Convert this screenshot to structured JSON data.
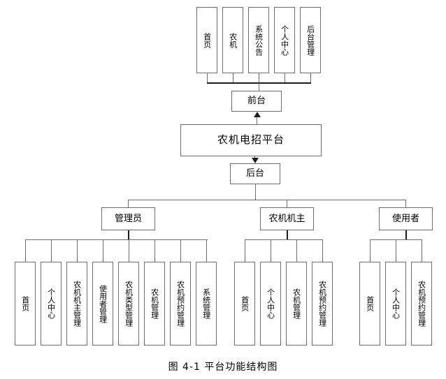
{
  "figure": {
    "caption": "图 4-1 平台功能结构图",
    "root": "农机电招平台",
    "frontend": "前台",
    "backend": "后台"
  },
  "colors": {
    "box_border": "#6b6b6b",
    "connector": "#6b6b6b",
    "connector_bold": "#1c1c1c",
    "background": "#ffffff",
    "text": "#000000"
  },
  "frontend_modules": [
    {
      "label": "首页"
    },
    {
      "label": "农机"
    },
    {
      "label": "系统公告"
    },
    {
      "label": "个人中心"
    },
    {
      "label": "后台管理"
    }
  ],
  "roles": [
    {
      "name": "管理员",
      "children": [
        {
          "label": "首页"
        },
        {
          "label": "个人中心"
        },
        {
          "label": "农机机主管理"
        },
        {
          "label": "使用者管理"
        },
        {
          "label": "农机类型管理"
        },
        {
          "label": "农机管理"
        },
        {
          "label": "农机预约管理"
        },
        {
          "label": "系统管理"
        }
      ]
    },
    {
      "name": "农机机主",
      "children": [
        {
          "label": "首页"
        },
        {
          "label": "个人中心"
        },
        {
          "label": "农机管理"
        },
        {
          "label": "农机预约管理"
        }
      ]
    },
    {
      "name": "使用者",
      "children": [
        {
          "label": "首页"
        },
        {
          "label": "个人中心"
        },
        {
          "label": "农机预约管理"
        }
      ]
    }
  ]
}
